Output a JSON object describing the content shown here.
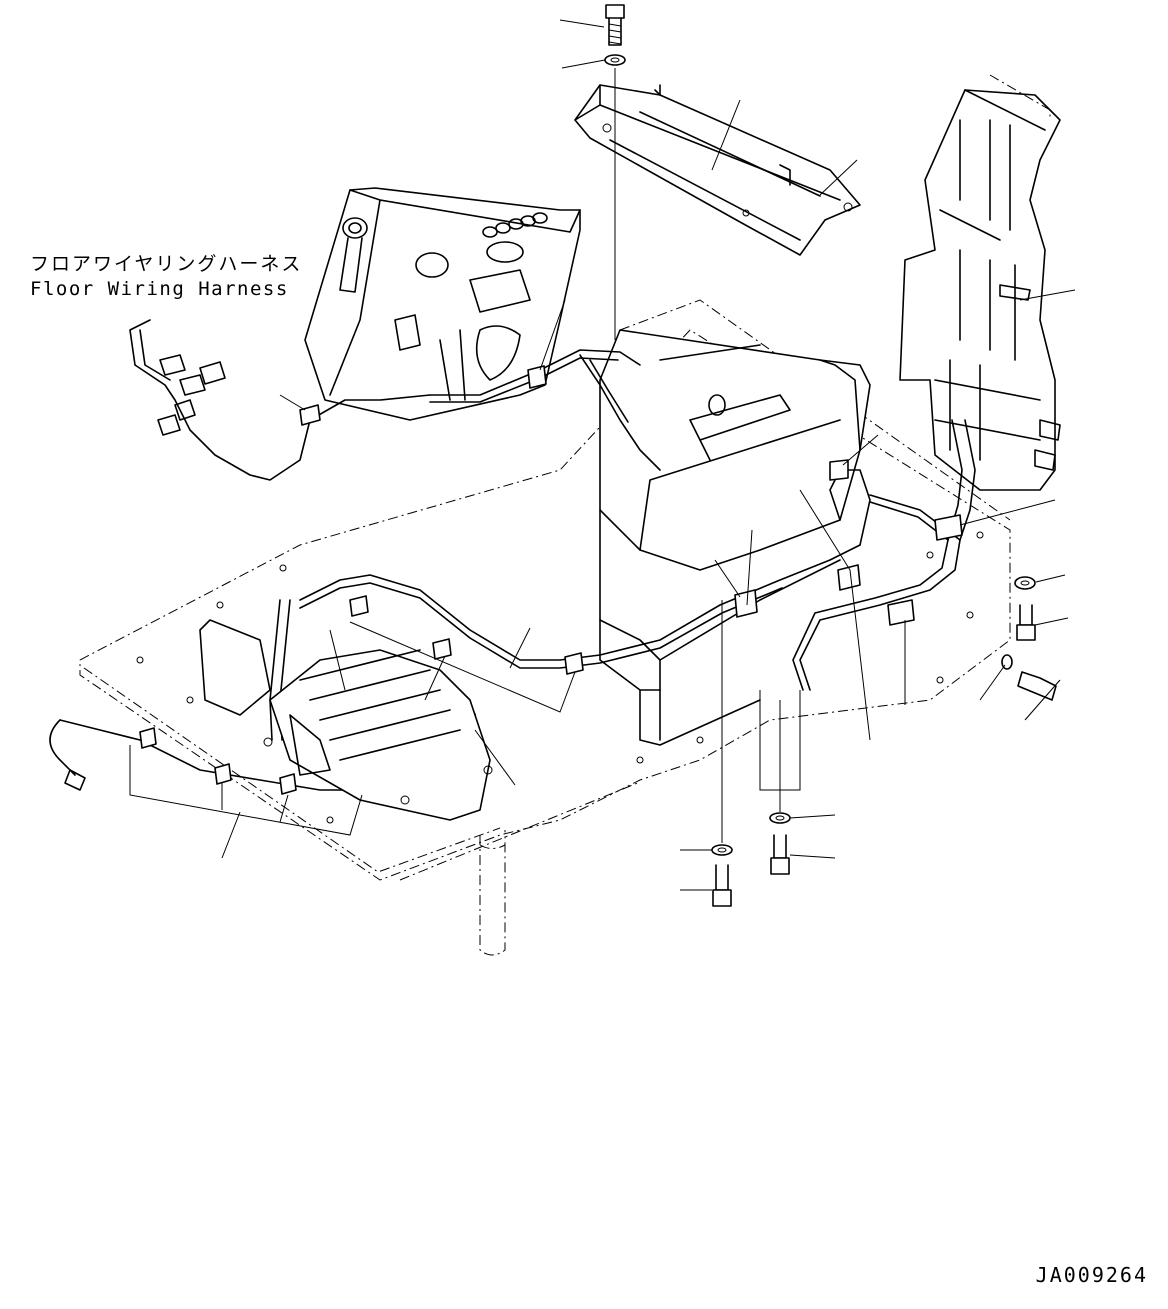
{
  "title": {
    "japanese": "フロアワイヤリングハーネス",
    "english": "Floor Wiring Harness"
  },
  "drawing_number": "JA009264",
  "colors": {
    "line": "#000000",
    "background": "#ffffff"
  }
}
